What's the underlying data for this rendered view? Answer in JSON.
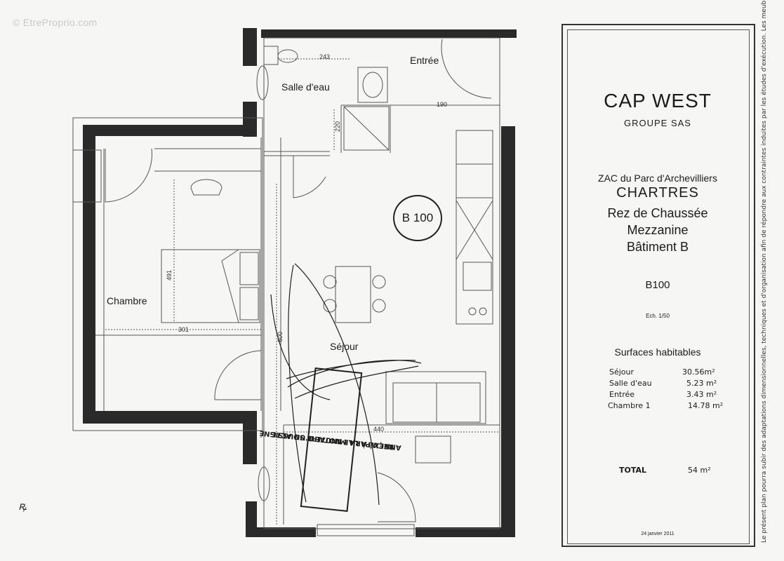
{
  "watermark": "© EtreProprio.com",
  "plan": {
    "rooms": {
      "salle_deau": "Salle d'eau",
      "entree": "Entrée",
      "chambre": "Chambre",
      "sejour": "Séjour"
    },
    "unit_badge": "B 100",
    "dimensions": {
      "d243": "243",
      "d190": "190",
      "d220": "220",
      "d491": "491",
      "d301": "301",
      "d600": "600",
      "d440": "440"
    },
    "stamp": {
      "line1": "ANNEXÉ À LA MINUTE D'UN ACTE",
      "line2": "REÇU PAR LE NOTAIRE SOUSSIGNÉ"
    },
    "signature": "ꝶ"
  },
  "cartouche": {
    "company": "CAP WEST",
    "company_sub": "GROUPE SAS",
    "zac": "ZAC du Parc d'Archevilliers",
    "city": "CHARTRES",
    "level1": "Rez de Chaussée",
    "level2": "Mezzanine",
    "building": "Bâtiment B",
    "lot": "B100",
    "scale": "Ech. 1/50",
    "surfaces_title": "Surfaces habitables",
    "surfaces": [
      {
        "room": "Séjour",
        "area": "30.56m²"
      },
      {
        "room": "Salle d'eau",
        "area": "5.23 m²"
      },
      {
        "room": "Entrée",
        "area": "3.43 m²"
      },
      {
        "room": "Chambre 1",
        "area": "14.78 m²"
      }
    ],
    "total_label": "TOTAL",
    "total_value": "54 m²",
    "date": "24 janvier 2011",
    "disclaimer": "Le présent plan pourra subir des adaptations dimensionnelles, techniques et d'organisation afin de répondre aux contraintes induites par les études d'exécution. Les meubles et plan de travail ne sont placés qu'à titre indicatif."
  }
}
